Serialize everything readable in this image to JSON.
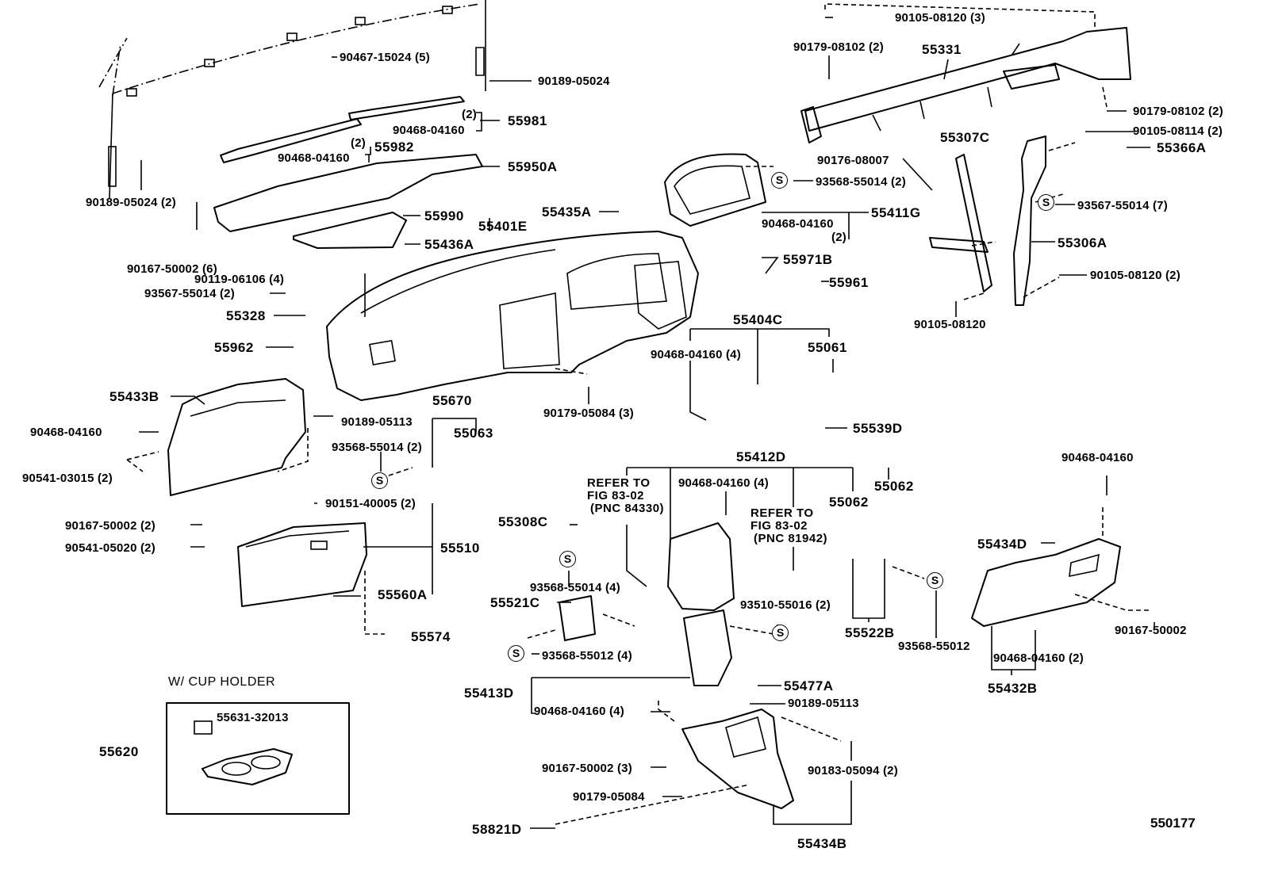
{
  "diagram": {
    "title": "Instrument panel & safety pad parts diagram",
    "figure_number": "550177",
    "callout_symbol": "S",
    "inset": {
      "title": "W/ CUP HOLDER",
      "assembly": "55620",
      "part": "55631-32013"
    },
    "labels": {
      "p90467_15024": "90467-15024 (5)",
      "p90189_05024_top": "90189-05024",
      "p55981": "55981",
      "p55981_qty": "(2)",
      "p90468_04160_a": "90468-04160",
      "p55982": "55982",
      "p55982_qty": "(2)",
      "p90468_04160_b": "90468-04160",
      "p55950A": "55950A",
      "p90189_05024_2": "90189-05024 (2)",
      "p55990": "55990",
      "p55401E": "55401E",
      "p55435A": "55435A",
      "p55436A": "55436A",
      "p90167_50002_6": "90167-50002 (6)",
      "p90119_06106": "90119-06106 (4)",
      "p93567_55014_2": "93567-55014 (2)",
      "p55328": "55328",
      "p55962": "55962",
      "p55433B": "55433B",
      "p90189_05113_a": "90189-05113",
      "p90468_04160_c": "90468-04160",
      "p55670": "55670",
      "p55063": "55063",
      "p93568_55014_2a": "93568-55014 (2)",
      "p90541_03015": "90541-03015 (2)",
      "p90151_40005": "90151-40005 (2)",
      "p90167_50002_2": "90167-50002 (2)",
      "p90541_05020": "90541-05020 (2)",
      "p55510": "55510",
      "p55560A": "55560A",
      "p55574": "55574",
      "p90179_05084_3": "90179-05084 (3)",
      "p90105_08120_3": "90105-08120 (3)",
      "p90179_08102_a": "90179-08102 (2)",
      "p55331": "55331",
      "p90179_08102_b": "90179-08102 (2)",
      "p90105_08114": "90105-08114 (2)",
      "p55366A": "55366A",
      "p55307C": "55307C",
      "p90176_08007": "90176-08007",
      "p93568_55014_2b": "93568-55014 (2)",
      "p93567_55014_7": "93567-55014 (7)",
      "p55411G": "55411G",
      "p90468_04160_d": "90468-04160",
      "p90468_04160_d_qty": "(2)",
      "p55306A": "55306A",
      "p55971B": "55971B",
      "p55961": "55961",
      "p90105_08120_2": "90105-08120 (2)",
      "p90105_08120": "90105-08120",
      "p55404C": "55404C",
      "p90468_04160_4a": "90468-04160 (4)",
      "p55061": "55061",
      "p55539D": "55539D",
      "p55412D": "55412D",
      "refer1": [
        "REFER TO",
        "FIG 83-02",
        "(PNC 84330)"
      ],
      "refer2": [
        "REFER TO",
        "FIG 83-02",
        "(PNC 81942)"
      ],
      "p90468_04160_4b": "90468-04160 (4)",
      "p55062_a": "55062",
      "p55062_b": "55062",
      "p55308C": "55308C",
      "p93568_55014_4": "93568-55014 (4)",
      "p55521C": "55521C",
      "p93510_55016": "93510-55016 (2)",
      "p55522B": "55522B",
      "p93568_55012_a": "93568-55012",
      "p93568_55012_4": "93568-55012 (4)",
      "p55413D": "55413D",
      "p90468_04160_4c": "90468-04160 (4)",
      "p55477A": "55477A",
      "p90189_05113_b": "90189-05113",
      "p90167_50002_3": "90167-50002 (3)",
      "p90183_05094": "90183-05094 (2)",
      "p90179_05084": "90179-05084",
      "p58821D": "58821D",
      "p55434B": "55434B",
      "p90468_04160_e": "90468-04160",
      "p55434D": "55434D",
      "p90167_50002_r": "90167-50002",
      "p90468_04160_2": "90468-04160 (2)",
      "p55432B": "55432B"
    }
  }
}
